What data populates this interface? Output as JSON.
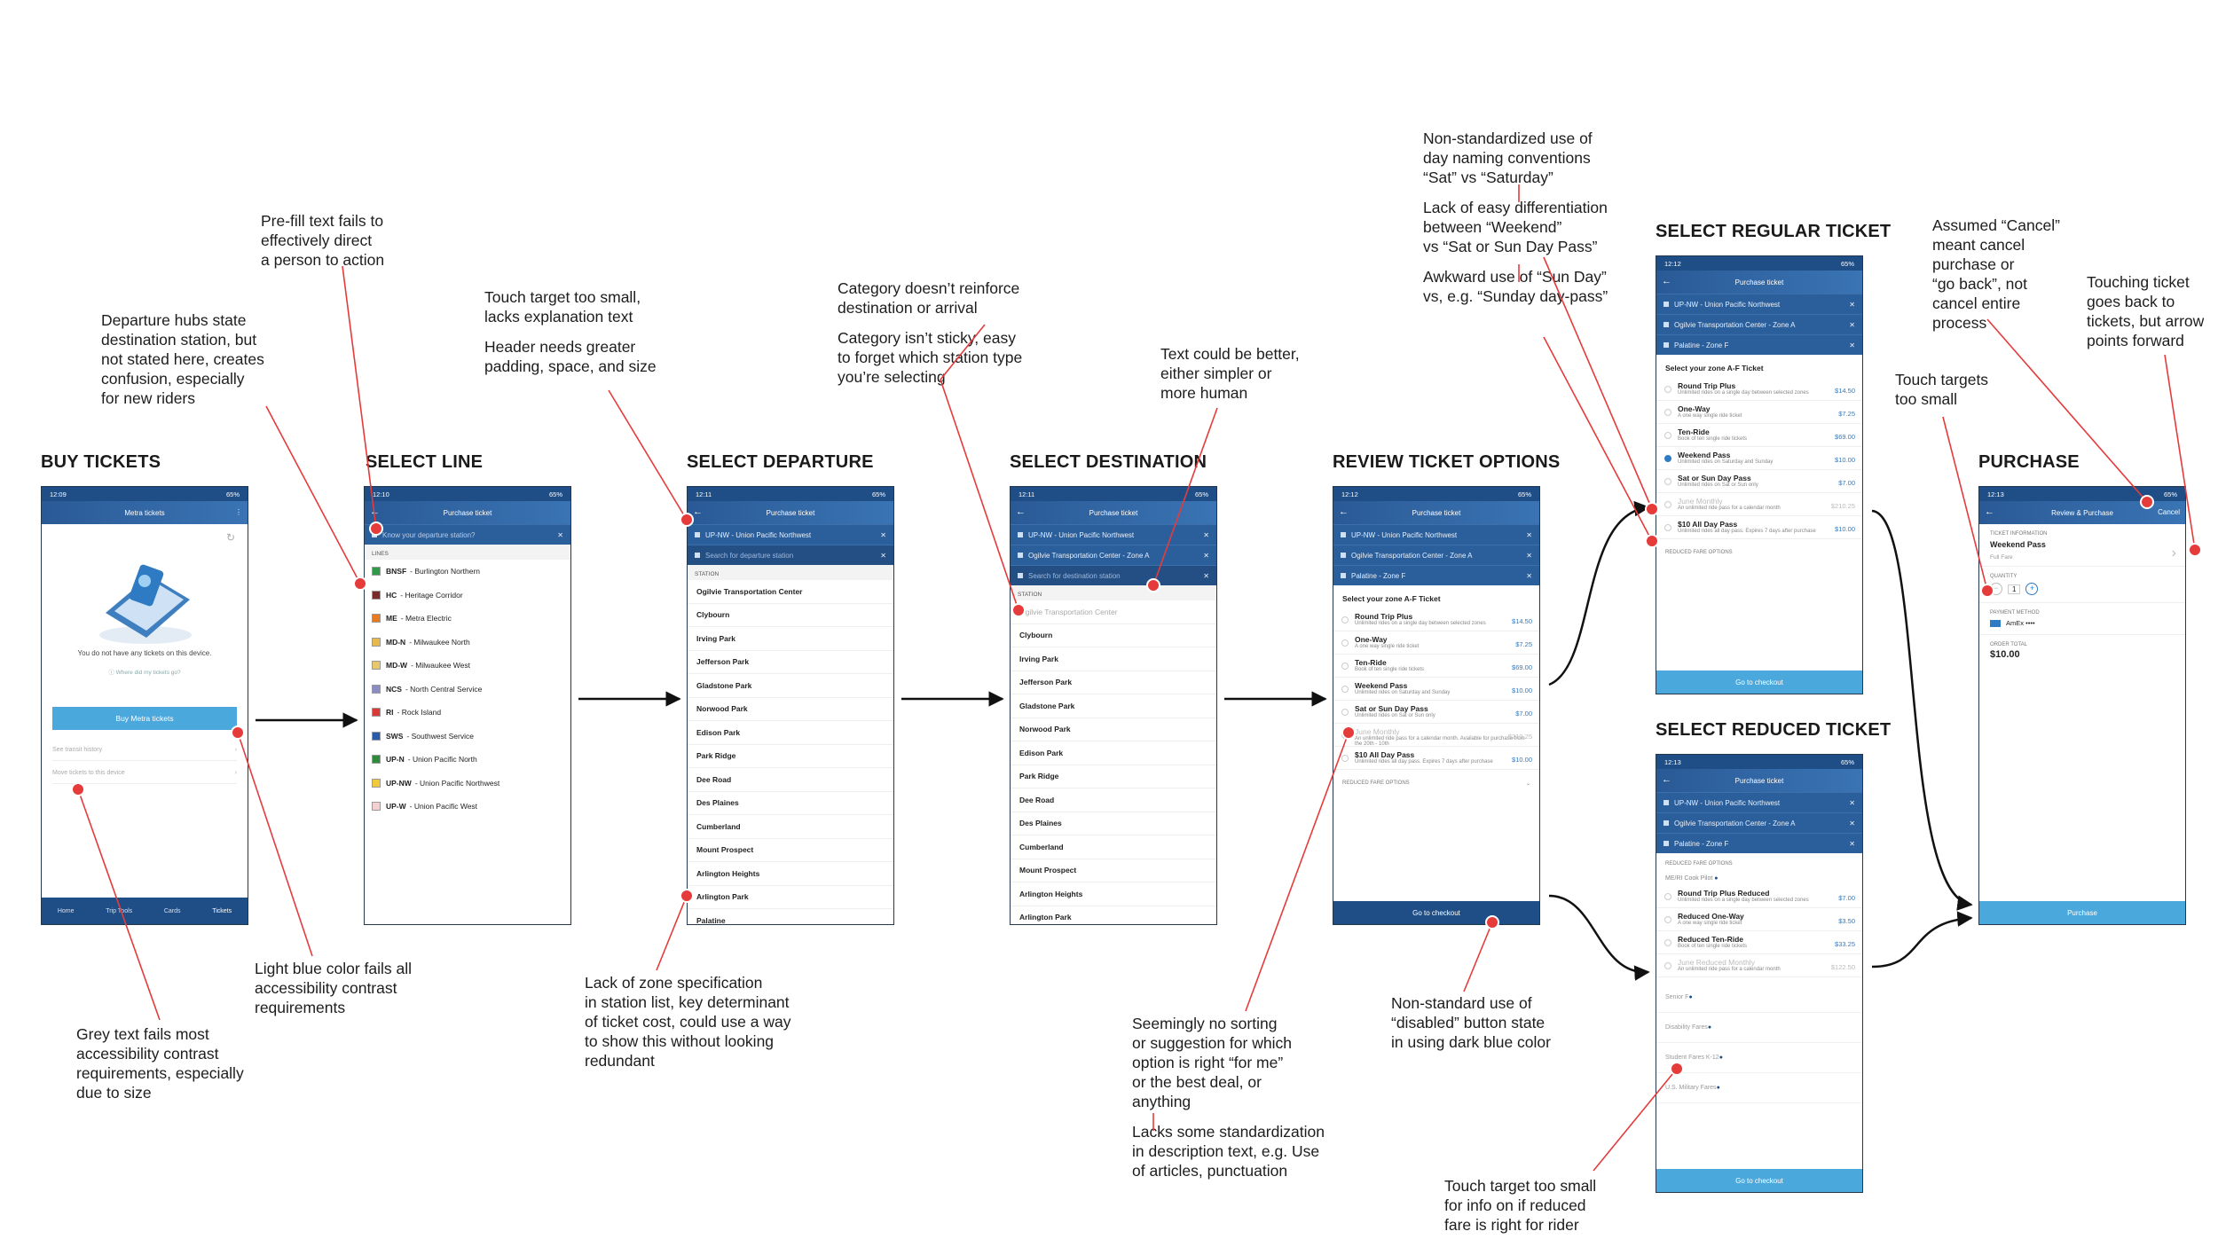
{
  "screens": [
    {
      "title": "BUY TICKETS",
      "time": "12:09",
      "status": "65%",
      "header": "Metra tickets",
      "empty_text": "You do not have any tickets on this device.",
      "where_link": "Where did my tickets go?",
      "buy_button": "Buy Metra tickets",
      "links": [
        "See transit history",
        "Move tickets to this device"
      ],
      "tabs": [
        "Home",
        "Trip Tools",
        "Cards",
        "Tickets"
      ]
    },
    {
      "title": "SELECT LINE",
      "time": "12:10",
      "status": "65%",
      "header": "Purchase ticket",
      "search_placeholder": "Know your departure station?",
      "section": "LINES",
      "lines": [
        {
          "code": "BNSF",
          "name": "- Burlington Northern",
          "color": "#2f9a4a"
        },
        {
          "code": "HC",
          "name": "- Heritage Corridor",
          "color": "#7a2a2a"
        },
        {
          "code": "ME",
          "name": "- Metra Electric",
          "color": "#e87b22"
        },
        {
          "code": "MD-N",
          "name": "- Milwaukee North",
          "color": "#e8b94c"
        },
        {
          "code": "MD-W",
          "name": "- Milwaukee West",
          "color": "#e8c66a"
        },
        {
          "code": "NCS",
          "name": "- North Central Service",
          "color": "#8c8cc4"
        },
        {
          "code": "RI",
          "name": "- Rock Island",
          "color": "#d83a3a"
        },
        {
          "code": "SWS",
          "name": "- Southwest Service",
          "color": "#2a5aa8"
        },
        {
          "code": "UP-N",
          "name": "- Union Pacific North",
          "color": "#2f8a3a"
        },
        {
          "code": "UP-NW",
          "name": "- Union Pacific Northwest",
          "color": "#f1c93a"
        },
        {
          "code": "UP-W",
          "name": "- Union Pacific West",
          "color": "#f5d0d0"
        }
      ]
    },
    {
      "title": "SELECT DEPARTURE",
      "time": "12:11",
      "status": "65%",
      "header": "Purchase ticket",
      "line_field": "UP-NW - Union Pacific Northwest",
      "search_placeholder": "Search for departure station",
      "section": "STATION",
      "stations": [
        "Ogilvie Transportation Center",
        "Clybourn",
        "Irving Park",
        "Jefferson Park",
        "Gladstone Park",
        "Norwood Park",
        "Edison Park",
        "Park Ridge",
        "Dee Road",
        "Des Plaines",
        "Cumberland",
        "Mount Prospect",
        "Arlington Heights",
        "Arlington Park",
        "Palatine"
      ]
    },
    {
      "title": "SELECT DESTINATION",
      "time": "12:11",
      "status": "65%",
      "header": "Purchase ticket",
      "line_field": "UP-NW - Union Pacific Northwest",
      "departure_field": "Ogilvie Transportation Center - Zone A",
      "search_placeholder": "Search for destination station",
      "section": "STATION",
      "stations": [
        "Ogilvie Transportation Center",
        "Clybourn",
        "Irving Park",
        "Jefferson Park",
        "Gladstone Park",
        "Norwood Park",
        "Edison Park",
        "Park Ridge",
        "Dee Road",
        "Des Plaines",
        "Cumberland",
        "Mount Prospect",
        "Arlington Heights",
        "Arlington Park"
      ]
    },
    {
      "title": "REVIEW TICKET OPTIONS",
      "time": "12:12",
      "status": "65%",
      "header": "Purchase ticket",
      "line_field": "UP-NW - Union Pacific Northwest",
      "departure_field": "Ogilvie Transportation Center - Zone A",
      "destination_field": "Palatine - Zone F",
      "subtitle": "Select your zone A-F Ticket",
      "options": [
        {
          "name": "Round Trip Plus",
          "desc": "Unlimited rides on a single day between selected zones",
          "price": "$14.50"
        },
        {
          "name": "One-Way",
          "desc": "A one way single ride ticket",
          "price": "$7.25"
        },
        {
          "name": "Ten-Ride",
          "desc": "Book of ten single ride tickets",
          "price": "$69.00"
        },
        {
          "name": "Weekend Pass",
          "desc": "Unlimited rides on Saturday and Sunday",
          "price": "$10.00"
        },
        {
          "name": "Sat or Sun Day Pass",
          "desc": "Unlimited rides on Sat or Sun only",
          "price": "$7.00"
        },
        {
          "name": "June Monthly",
          "desc": "An unlimited ride pass for a calendar month. Available for purchase from the 20th - 10th",
          "price": "$210.25"
        },
        {
          "name": "$10 All Day Pass",
          "desc": "Unlimited rides all day pass. Expires 7 days after purchase",
          "price": "$10.00"
        }
      ],
      "reduced_label": "REDUCED FARE OPTIONS",
      "checkout": "Go to checkout"
    },
    {
      "title": "SELECT REGULAR TICKET",
      "time": "12:12",
      "status": "65%",
      "header": "Purchase ticket",
      "line_field": "UP-NW - Union Pacific Northwest",
      "departure_field": "Ogilvie Transportation Center - Zone A",
      "destination_field": "Palatine - Zone F",
      "subtitle": "Select your zone A-F Ticket",
      "options": [
        {
          "name": "Round Trip Plus",
          "desc": "Unlimited rides on a single day between selected zones",
          "price": "$14.50"
        },
        {
          "name": "One-Way",
          "desc": "A one way single ride ticket",
          "price": "$7.25"
        },
        {
          "name": "Ten-Ride",
          "desc": "Book of ten single ride tickets",
          "price": "$69.00"
        },
        {
          "name": "Weekend Pass",
          "desc": "Unlimited rides on Saturday and Sunday",
          "price": "$10.00"
        },
        {
          "name": "Sat or Sun Day Pass",
          "desc": "Unlimited rides on Sat or Sun only",
          "price": "$7.00"
        },
        {
          "name": "June Monthly",
          "desc": "An unlimited ride pass for a calendar month",
          "price": "$210.25"
        },
        {
          "name": "$10 All Day Pass",
          "desc": "Unlimited rides all day pass. Expires 7 days after purchase",
          "price": "$10.00"
        }
      ],
      "reduced_label": "REDUCED FARE OPTIONS",
      "checkout": "Go to checkout"
    },
    {
      "title": "SELECT REDUCED TICKET",
      "time": "12:13",
      "status": "65%",
      "header": "Purchase ticket",
      "line_field": "UP-NW - Union Pacific Northwest",
      "departure_field": "Ogilvie Transportation Center - Zone A",
      "destination_field": "Palatine - Zone F",
      "reduced_label": "REDUCED FARE OPTIONS",
      "group": "ME/RI Cook Pilot",
      "options": [
        {
          "name": "Round Trip Plus Reduced",
          "desc": "Unlimited rides on a single day between selected zones",
          "price": "$7.00"
        },
        {
          "name": "Reduced One-Way",
          "desc": "A one way single ride ticket",
          "price": "$3.50"
        },
        {
          "name": "Reduced Ten-Ride",
          "desc": "Book of ten single ride tickets",
          "price": "$33.25"
        },
        {
          "name": "June Reduced Monthly",
          "desc": "An unlimited ride pass for a calendar month",
          "price": "$122.50"
        }
      ],
      "categories": [
        "Senior F",
        "Disability Fares",
        "Student Fares K-12",
        "U.S. Military Fares"
      ],
      "checkout": "Go to checkout"
    },
    {
      "title": "PURCHASE",
      "time": "12:13",
      "status": "65%",
      "header": "Review & Purchase",
      "cancel": "Cancel",
      "ticket_info_label": "TICKET INFORMATION",
      "ticket_name": "Weekend Pass",
      "fare": "Full Fare",
      "quantity_label": "QUANTITY",
      "quantity": "1",
      "payment_label": "PAYMENT METHOD",
      "payment": "AmEx ••••",
      "order_label": "ORDER TOTAL",
      "order_total": "$10.00",
      "purchase_button": "Purchase"
    }
  ],
  "annotations": {
    "prefill": [
      "Pre-fill text fails to",
      "effectively direct",
      "a person to action"
    ],
    "departure_hubs": [
      "Departure hubs state",
      "destination station, but",
      "not stated here, creates",
      "confusion, especially",
      "for new riders"
    ],
    "touch_target": [
      "Touch target too small,",
      "lacks explanation text"
    ],
    "header_padding": [
      "Header needs greater",
      "padding, space, and size"
    ],
    "category_reinforce": [
      "Category doesn’t reinforce",
      "destination or arrival"
    ],
    "category_sticky": [
      "Category isn’t sticky, easy",
      "to forget which station type",
      "you’re selecting"
    ],
    "text_better": [
      "Text could be better,",
      "either simpler or",
      "more human"
    ],
    "day_naming": [
      "Non-standardized use of",
      "day naming conventions",
      "“Sat” vs “Saturday”"
    ],
    "weekend_diff": [
      "Lack of easy differentiation",
      "between “Weekend”",
      "vs “Sat or Sun Day Pass”"
    ],
    "sun_day": [
      "Awkward use of “Sun Day”",
      "vs, e.g. “Sunday day-pass”"
    ],
    "cancel_meant": [
      "Assumed “Cancel”",
      "meant cancel",
      "purchase or",
      "“go back”, not",
      "cancel entire",
      "process"
    ],
    "touching_ticket": [
      "Touching ticket",
      "goes back to",
      "tickets, but arrow",
      "points forward"
    ],
    "touch_targets_small": [
      "Touch targets",
      "too small"
    ],
    "light_blue": [
      "Light blue color fails all",
      "accessibility contrast",
      "requirements"
    ],
    "grey_text": [
      "Grey text fails most",
      "accessibility contrast",
      "requirements, especially",
      "due to size"
    ],
    "zone_spec": [
      "Lack of zone specification",
      "in station list, key determinant",
      "of ticket cost, could use a way",
      "to show this without looking",
      "redundant"
    ],
    "no_sorting": [
      "Seemingly no sorting",
      "or suggestion for which",
      "option is right “for me”",
      "or the best deal, or",
      "anything"
    ],
    "lacks_standard": [
      "Lacks some standardization",
      "in description text, e.g. Use",
      "of articles, punctuation"
    ],
    "disabled_state": [
      "Non-standard use of",
      "“disabled” button state",
      "in using dark blue color"
    ],
    "reduced_info": [
      "Touch target too small",
      "for info on if reduced",
      "fare is right for rider"
    ]
  },
  "colors": {
    "annotation_line": "#e53b3b",
    "header_blue": "#1f4e86",
    "accent_blue": "#2e7bc4",
    "light_blue_button": "#4ba8dc"
  }
}
